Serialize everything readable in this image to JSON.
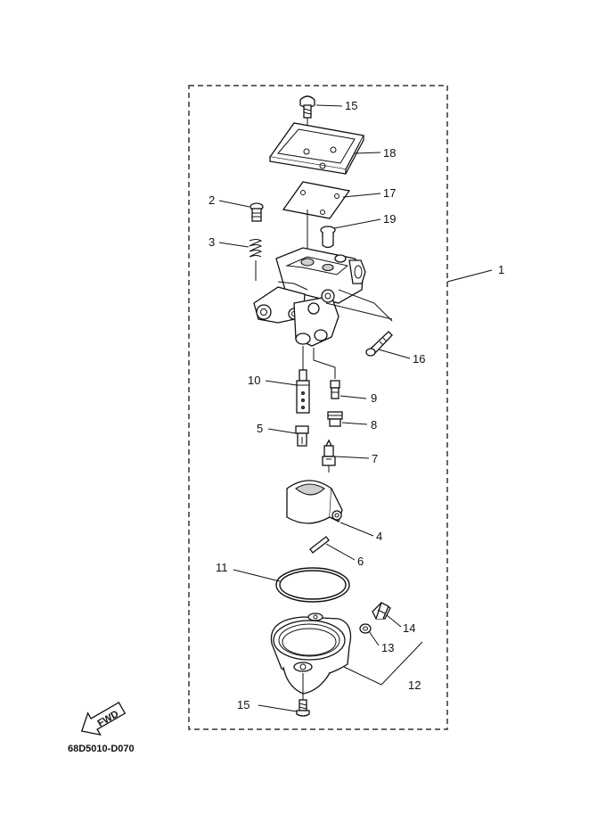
{
  "diagram": {
    "code": "68D5010-D070",
    "fwd_label": "FWD",
    "labels": {
      "c1": "1",
      "c2": "2",
      "c3": "3",
      "c4": "4",
      "c5": "5",
      "c6": "6",
      "c7": "7",
      "c8": "8",
      "c9": "9",
      "c10": "10",
      "c11": "11",
      "c12": "12",
      "c13": "13",
      "c14": "14",
      "c15a": "15",
      "c15b": "15",
      "c16": "16",
      "c17": "17",
      "c18": "18",
      "c19": "19"
    }
  }
}
